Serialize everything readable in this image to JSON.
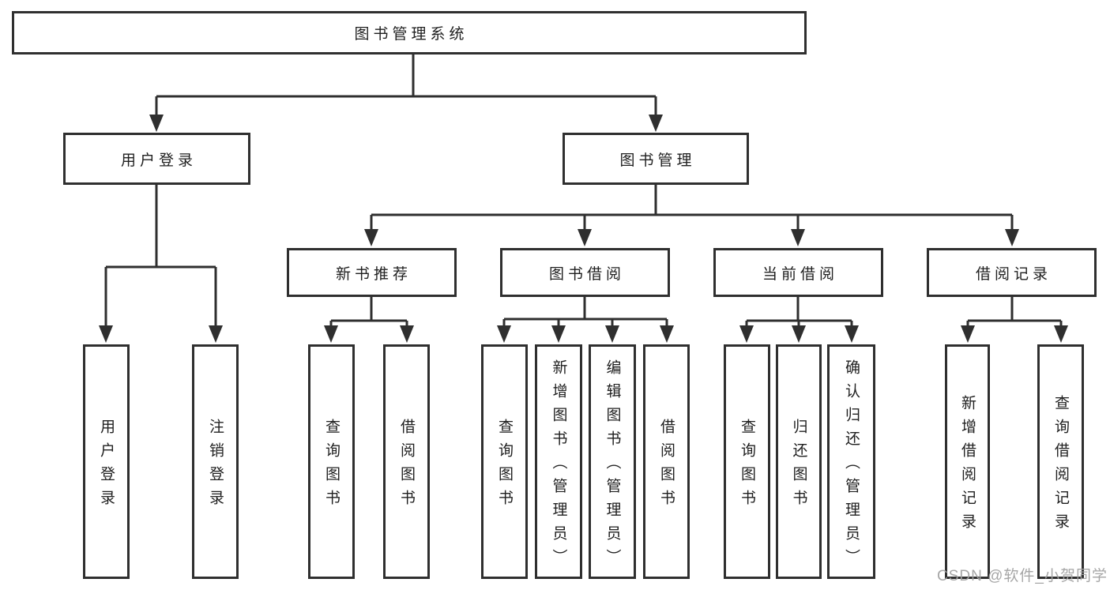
{
  "diagram": {
    "root_label": "图书管理系统",
    "user_login": {
      "label": "用户登录",
      "children": [
        {
          "label": "用户登录"
        },
        {
          "label": "注销登录"
        }
      ]
    },
    "book_management": {
      "label": "图书管理",
      "sections": [
        {
          "label": "新书推荐",
          "children": [
            {
              "label": "查询图书"
            },
            {
              "label": "借阅图书"
            }
          ]
        },
        {
          "label": "图书借阅",
          "children": [
            {
              "label": "查询图书"
            },
            {
              "label": "新增图书（管理员）"
            },
            {
              "label": "编辑图书（管理员）"
            },
            {
              "label": "借阅图书"
            }
          ]
        },
        {
          "label": "当前借阅",
          "children": [
            {
              "label": "查询图书"
            },
            {
              "label": "归还图书"
            },
            {
              "label": "确认归还（管理员）"
            }
          ]
        },
        {
          "label": "借阅记录",
          "children": [
            {
              "label": "新增借阅记录"
            },
            {
              "label": "查询借阅记录"
            }
          ]
        }
      ]
    },
    "colors": {
      "line": "#2f2f2f",
      "text": "#202020",
      "watermark": "#a2a2a2",
      "background": "#ffffff"
    }
  },
  "watermark": {
    "text": "CSDN @软件_小贺同学"
  }
}
